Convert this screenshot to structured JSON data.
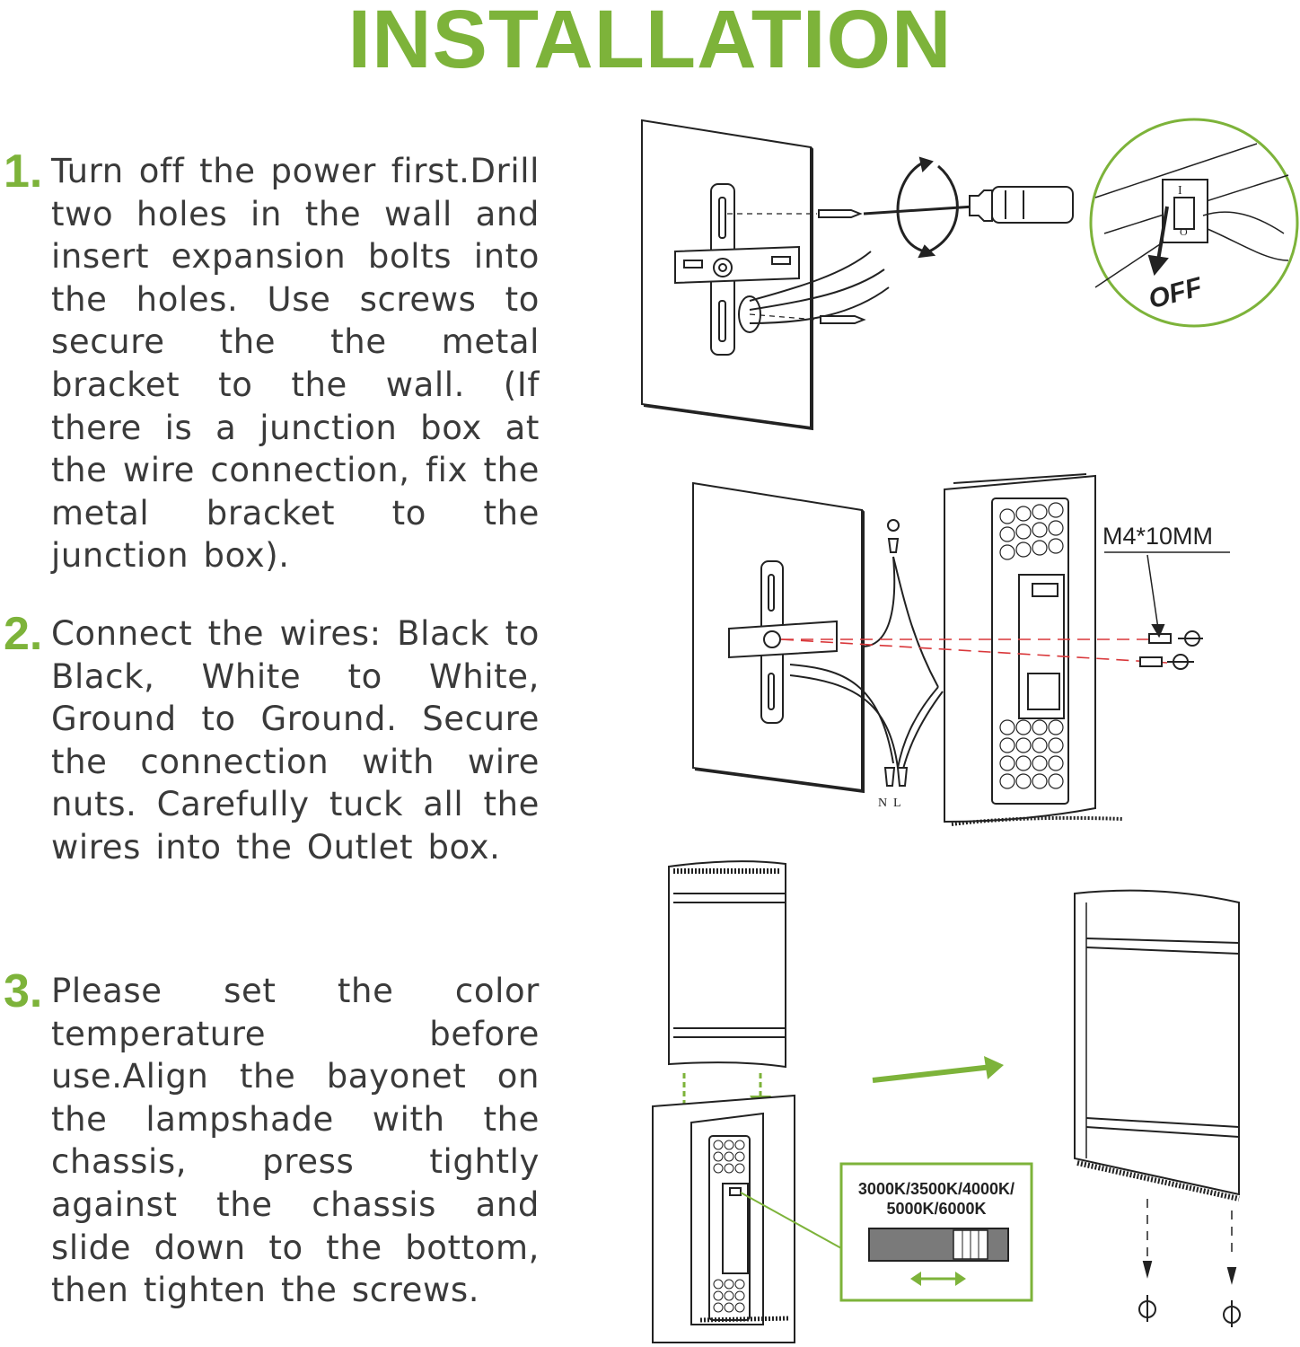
{
  "title": "INSTALLATION",
  "steps": [
    {
      "number": "1.",
      "text": "Turn off the power first.Drill two holes in the wall and insert expansion bolts into the holes. Use screws to secure the the metal bracket to the wall. (If there is a junction box at the wire connection, fix the metal bracket to the junction box)."
    },
    {
      "number": "2.",
      "text": "Connect the wires: Black to Black, White to White, Ground to Ground. Secure the connection with wire nuts. Carefully tuck all the wires into the Outlet box."
    },
    {
      "number": "3.",
      "text": "Please set the color temperature before use.Align the bayonet on the lampshade with the chassis, press tightly against the chassis and slide down to the bottom, then tighten the screws."
    }
  ],
  "figures": {
    "switch_label": "OFF",
    "switch_on_mark": "I",
    "switch_off_mark": "O",
    "screw_spec": "M4*10MM",
    "wire_labels": {
      "neutral": "N",
      "live": "L"
    },
    "color_temp_line1": "3000K/3500K/4000K/",
    "color_temp_line2": "5000K/6000K",
    "accent_color": "#7db33a",
    "guide_color": "#d9373a"
  }
}
